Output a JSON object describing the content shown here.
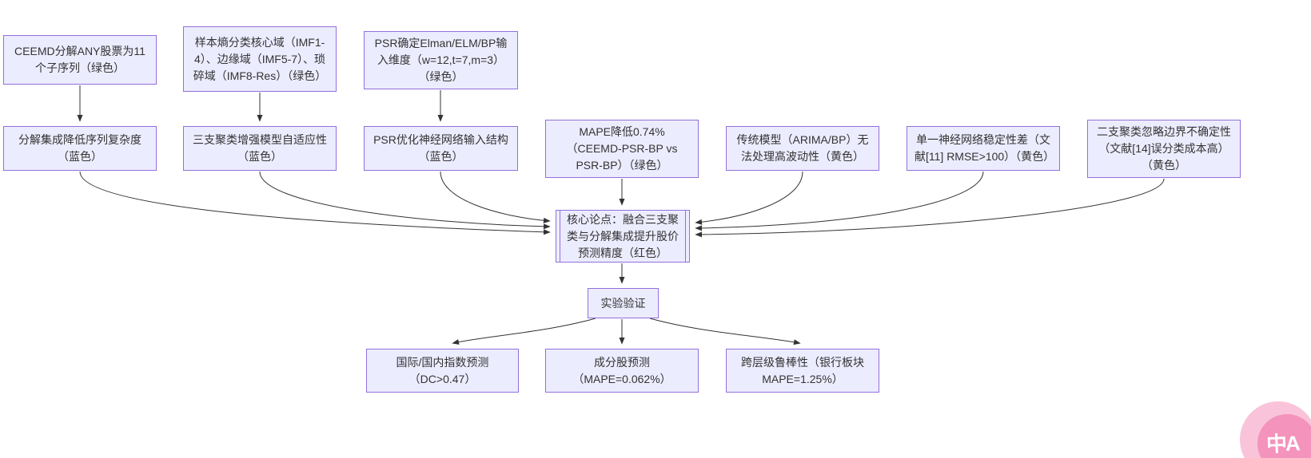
{
  "diagram": {
    "type": "flowchart",
    "nodes": {
      "ceemd": {
        "label": "CEEMD分解ANY股票为11个子序列（绿色）"
      },
      "entropy": {
        "label": "样本熵分类核心域（IMF1-4）、边缘域（IMF5-7）、琐碎域（IMF8-Res）（绿色）"
      },
      "psr_input": {
        "label": "PSR确定Elman/ELM/BP输入维度（w=12,t=7,m=3）（绿色）"
      },
      "decomp": {
        "label": "分解集成降低序列复杂度（蓝色）"
      },
      "threeway": {
        "label": "三支聚类增强模型自适应性（蓝色）"
      },
      "psr_opt": {
        "label": "PSR优化神经网络输入结构（蓝色）"
      },
      "mape": {
        "label": "MAPE降低0.74%（CEEMD-PSR-BP vs PSR-BP）（绿色）"
      },
      "traditional": {
        "label": "传统模型（ARIMA/BP）无法处理高波动性（黄色）"
      },
      "single_nn": {
        "label": "单一神经网络稳定性差（文献[11] RMSE>100）（黄色）"
      },
      "twoway": {
        "label": "二支聚类忽略边界不确定性（文献[14]误分类成本高）（黄色）"
      },
      "core": {
        "label": "核心论点：融合三支聚类与分解集成提升股价预测精度（红色）"
      },
      "experiment": {
        "label": "实验验证"
      },
      "index_pred": {
        "label": "国际/国内指数预测（DC>0.47）"
      },
      "stock_pred": {
        "label": "成分股预测（MAPE=0.062%）"
      },
      "robustness": {
        "label": "跨层级鲁棒性（银行板块MAPE=1.25%）"
      }
    },
    "edges": [
      {
        "from": "ceemd",
        "to": "decomp"
      },
      {
        "from": "entropy",
        "to": "threeway"
      },
      {
        "from": "psr_input",
        "to": "psr_opt"
      },
      {
        "from": "decomp",
        "to": "core"
      },
      {
        "from": "threeway",
        "to": "core"
      },
      {
        "from": "psr_opt",
        "to": "core"
      },
      {
        "from": "mape",
        "to": "core"
      },
      {
        "from": "traditional",
        "to": "core"
      },
      {
        "from": "single_nn",
        "to": "core"
      },
      {
        "from": "twoway",
        "to": "core"
      },
      {
        "from": "core",
        "to": "experiment"
      },
      {
        "from": "experiment",
        "to": "index_pred"
      },
      {
        "from": "experiment",
        "to": "stock_pred"
      },
      {
        "from": "experiment",
        "to": "robustness"
      }
    ],
    "colors": {
      "node_fill": "#ECECFF",
      "node_border": "#9370DB",
      "edge": "#333333",
      "text": "#333333"
    }
  },
  "translate_badge": {
    "label": "中A",
    "color": "#F493BC"
  }
}
